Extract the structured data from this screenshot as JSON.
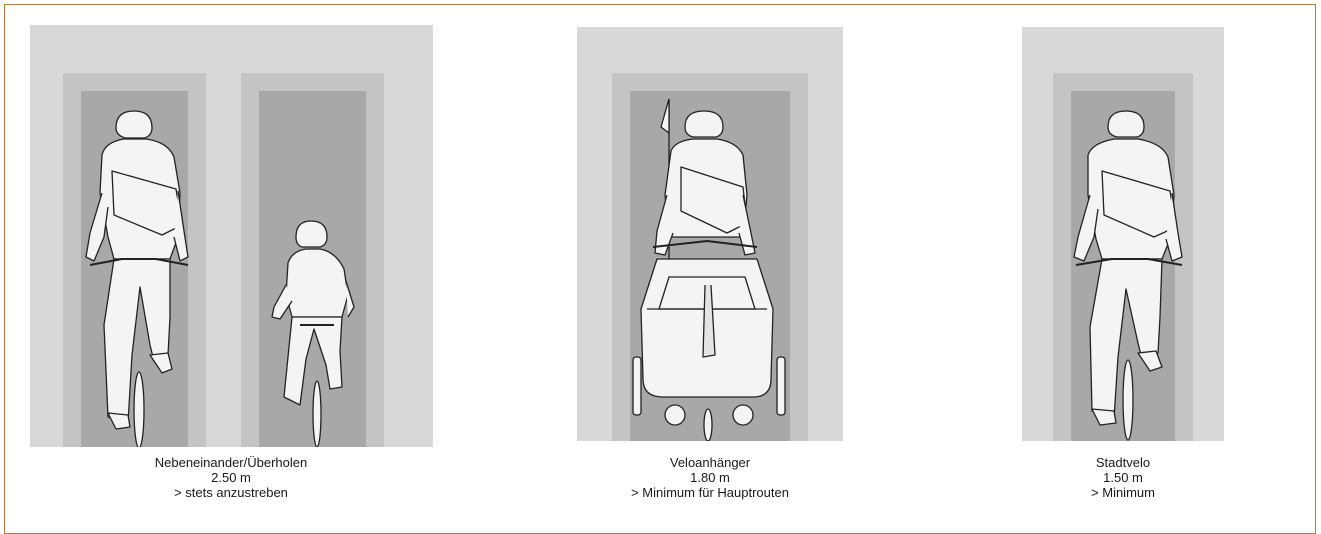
{
  "colors": {
    "border": "#b07d45",
    "outer_band": "#d8d8d8",
    "middle_band": "#c4c4c4",
    "inner_lane": "#a8a8a8",
    "figure_fill": "#f4f4f4",
    "figure_stroke": "#222222"
  },
  "panels": [
    {
      "name": "side-by-side",
      "title": "Nebeneinander/Überholen",
      "width": "2.50 m",
      "note": "> stets anzustreben"
    },
    {
      "name": "trailer",
      "title": "Veloanhänger",
      "width": "1.80 m",
      "note": "> Minimum für Hauptrouten"
    },
    {
      "name": "city-bike",
      "title": "Stadtvelo",
      "width": "1.50 m",
      "note": "> Minimum"
    }
  ]
}
